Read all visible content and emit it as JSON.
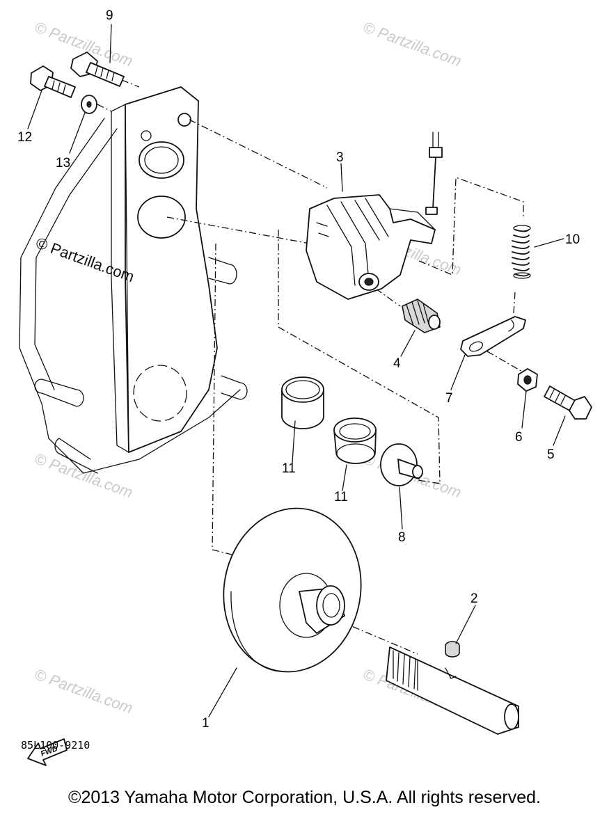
{
  "watermarks": {
    "text": "© Partzilla.com"
  },
  "callouts": {
    "c1": "1",
    "c2": "2",
    "c3": "3",
    "c4": "4",
    "c5": "5",
    "c6": "6",
    "c7": "7",
    "c8": "8",
    "c9": "9",
    "c10": "10",
    "c11a": "11",
    "c11b": "11",
    "c12": "12",
    "c13": "13"
  },
  "fwd_label": "FWD",
  "diagram_code": "85L100-9210",
  "copyright": "©2013 Yamaha Motor Corporation, U.S.A. All rights reserved."
}
